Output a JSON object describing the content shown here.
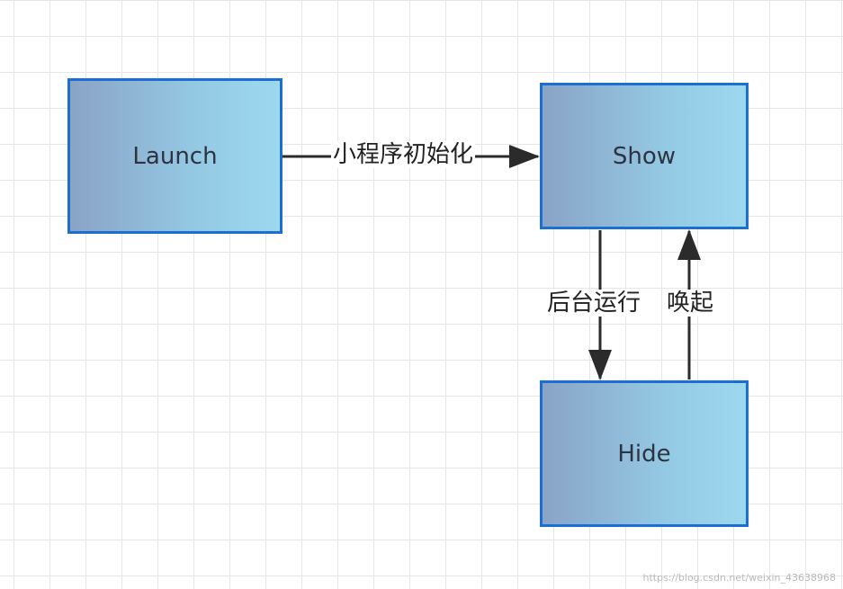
{
  "nodes": {
    "launch": "Launch",
    "show": "Show",
    "hide": "Hide"
  },
  "edges": {
    "launch_to_show": "小程序初始化",
    "show_to_hide": "后台运行",
    "hide_to_show": "唤起"
  },
  "watermark": "https://blog.csdn.net/weixin_43638968",
  "colors": {
    "node_border": "#1a6fd0",
    "node_fill_start": "#8aa3c6",
    "node_fill_end": "#9dd8ef",
    "arrow": "#2b2b2b",
    "grid": "#e6e6e6"
  }
}
